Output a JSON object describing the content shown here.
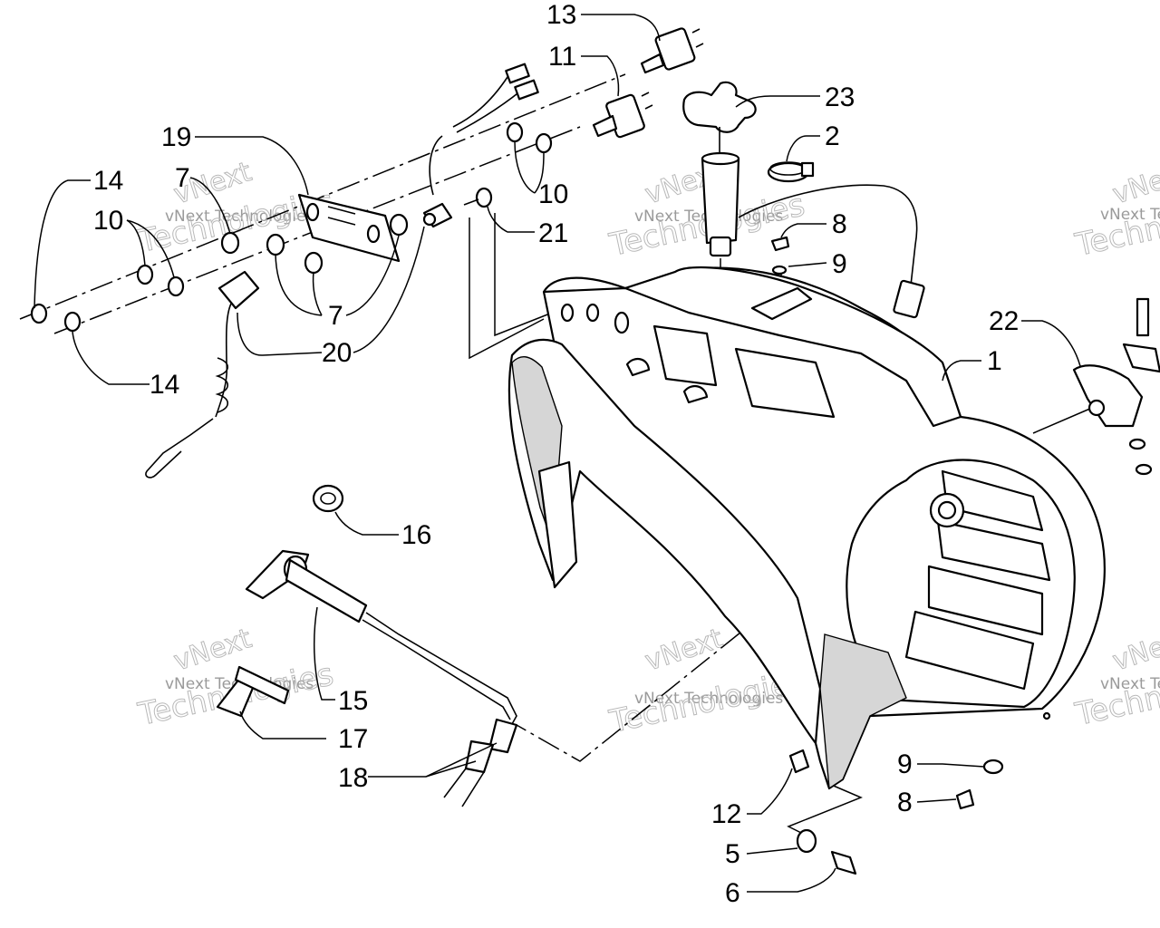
{
  "watermark": {
    "line1": "vNext",
    "line2": "vNext Technologies",
    "line3": "Technologies"
  },
  "callouts": {
    "c13": "13",
    "c11": "11",
    "c23": "23",
    "c2": "2",
    "c19": "19",
    "c14a": "14",
    "c7a": "7",
    "c10a": "10",
    "c10b": "10",
    "c21": "21",
    "c8a": "8",
    "c9a": "9",
    "c7b": "7",
    "c20": "20",
    "c14b": "14",
    "c22": "22",
    "c1": "1",
    "c16": "16",
    "c15": "15",
    "c17": "17",
    "c18": "18",
    "c9b": "9",
    "c8b": "8",
    "c12": "12",
    "c5": "5",
    "c6": "6"
  }
}
